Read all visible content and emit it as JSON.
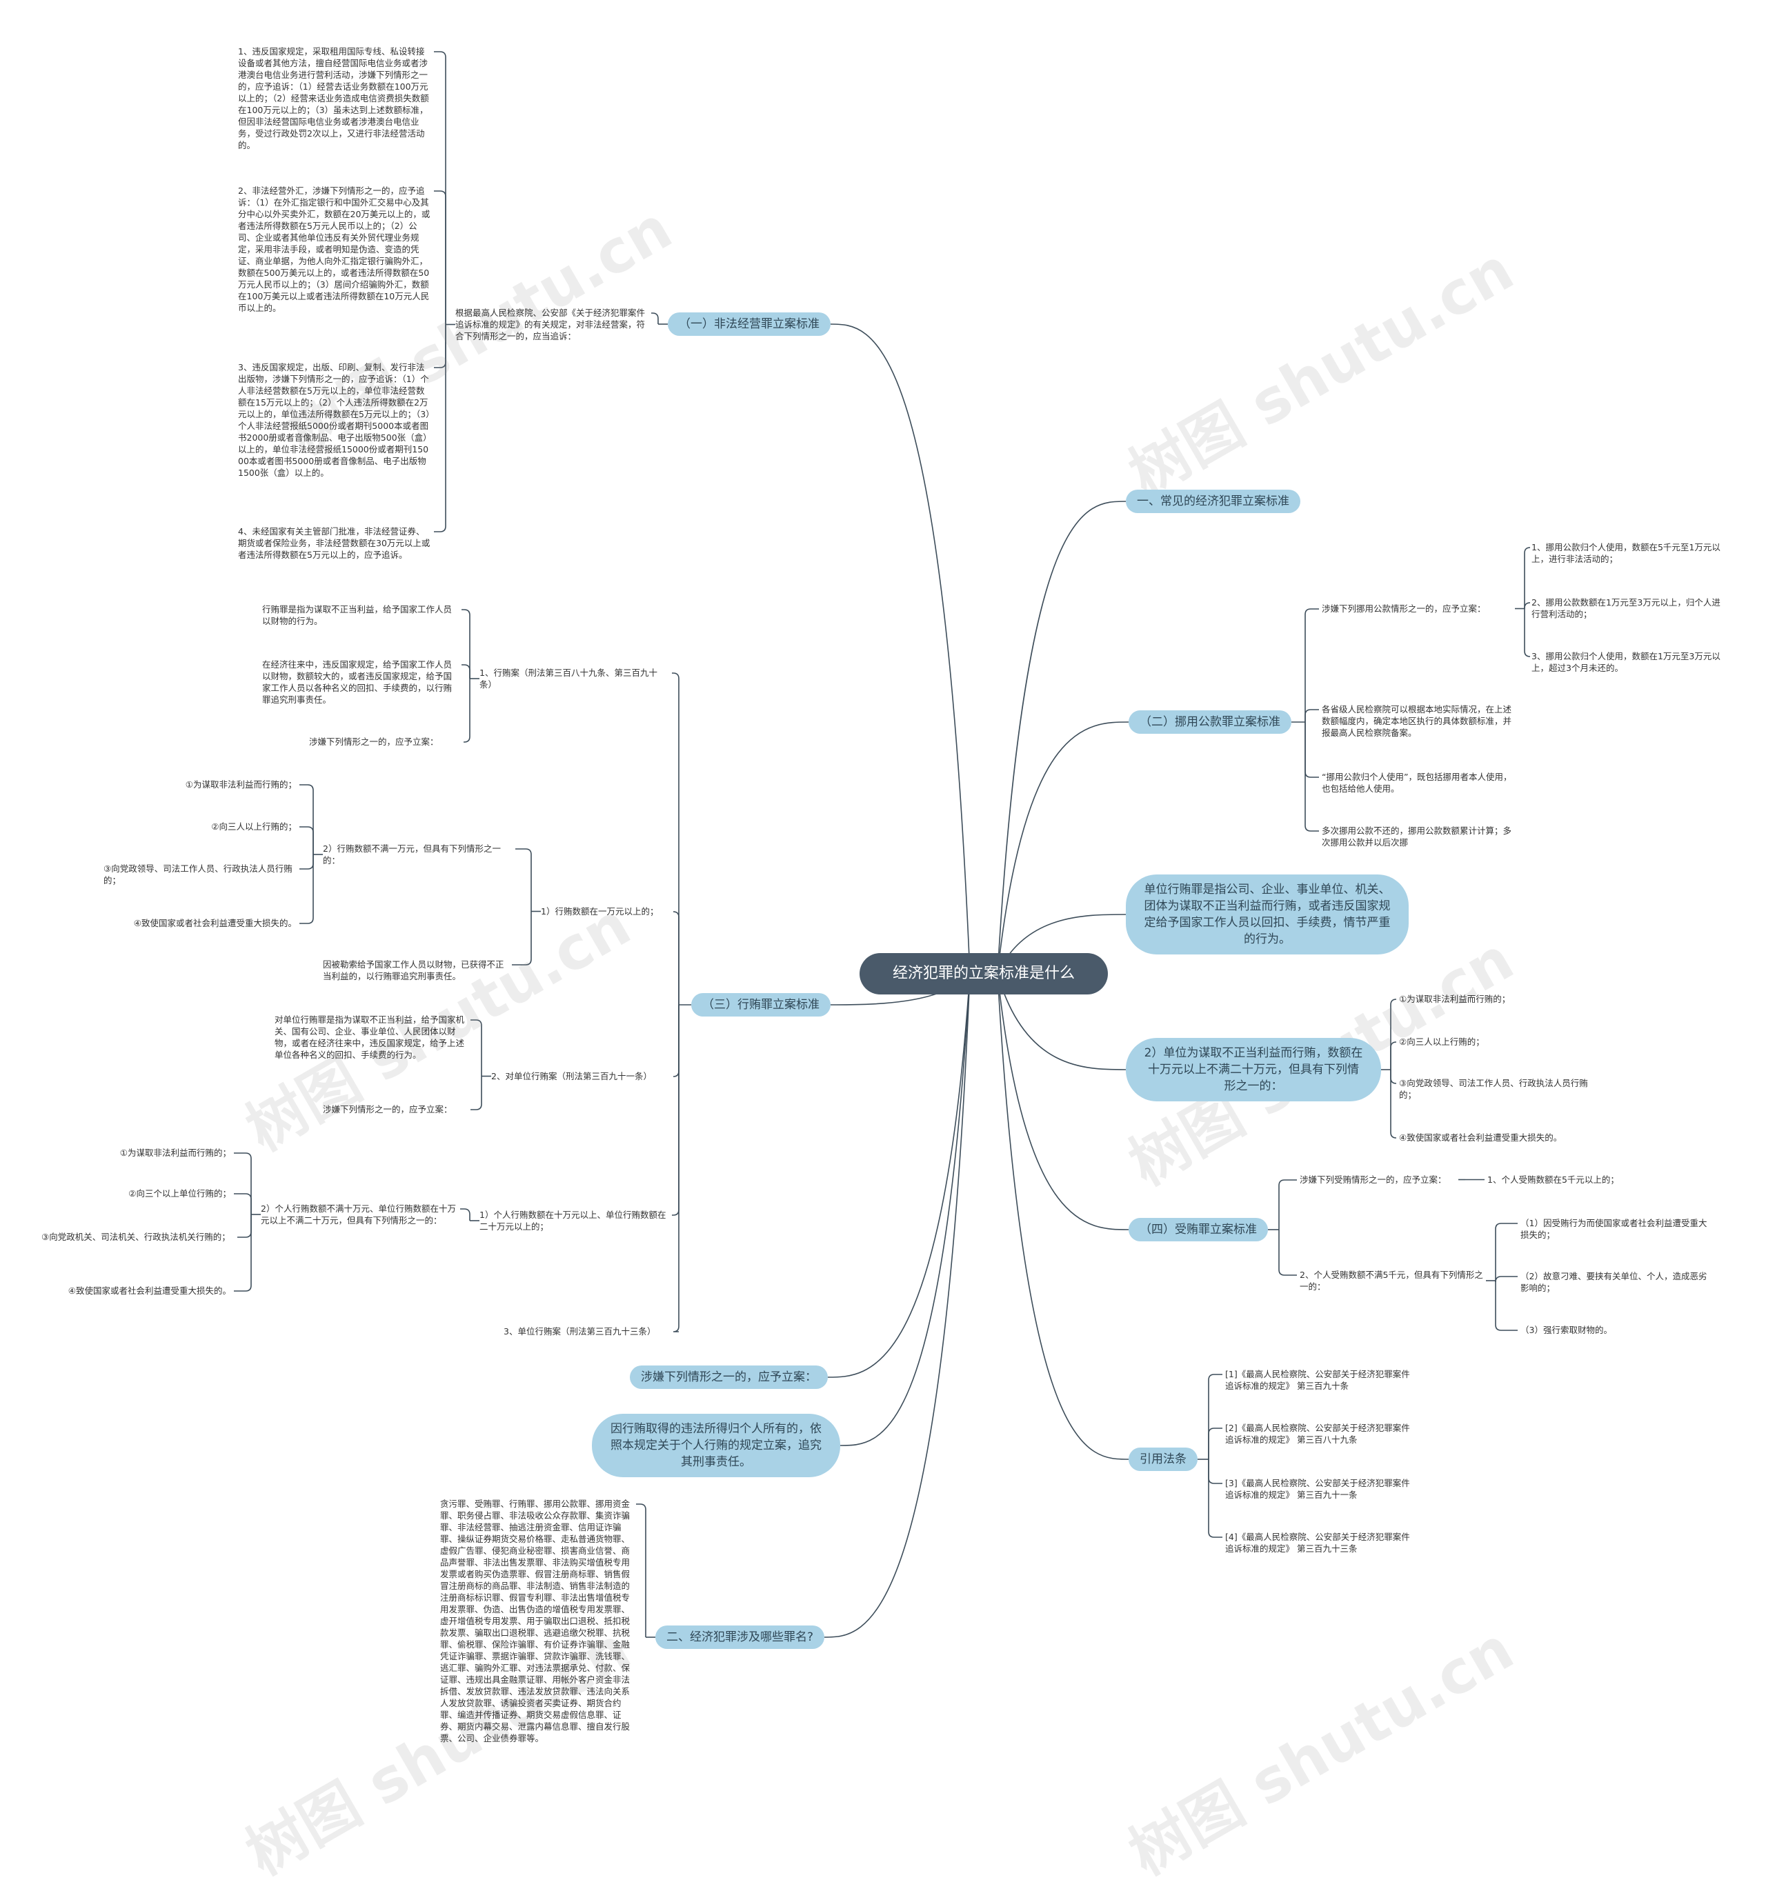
{
  "watermark": "树图 shutu.cn",
  "root": {
    "label": "经济犯罪的立案标准是什么"
  },
  "right": {
    "s1": {
      "label": "一、常见的经济犯罪立案标准"
    },
    "b2": {
      "label": "（二）挪用公款罪立案标准",
      "cond": "涉嫌下列挪用公款情形之一的，应予立案：",
      "items": [
        "1、挪用公款归个人使用，数额在5千元至1万元以上，进行非法活动的；",
        "2、挪用公款数额在1万元至3万元以上，归个人进行营利活动的；",
        "3、挪用公款归个人使用，数额在1万元至3万元以上，超过3个月未还的。"
      ],
      "notes": [
        "各省级人民检察院可以根据本地实际情况，在上述数额幅度内，确定本地区执行的具体数额标准，并报最高人民检察院备案。",
        "“挪用公款归个人使用”，既包括挪用者本人使用，也包括给他人使用。",
        "多次挪用公款不还的，挪用公款数额累计计算；多次挪用公款并以后次挪"
      ]
    },
    "unit_def": "单位行贿罪是指公司、企业、事业单位、机关、团体为谋取不正当利益而行贿，或者违反国家规定给予国家工作人员以回扣、手续费，情节严重的行为。",
    "unit2": {
      "label": "2）单位为谋取不正当利益而行贿，数额在十万元以上不满二十万元，但具有下列情形之一的：",
      "items": [
        "①为谋取非法利益而行贿的；",
        "②向三人以上行贿的；",
        "③向党政领导、司法工作人员、行政执法人员行贿的；",
        "④致使国家或者社会利益遭受重大损失的。"
      ]
    },
    "b4": {
      "label": "（四）受贿罪立案标准",
      "cond1": "涉嫌下列受贿情形之一的，应予立案：",
      "cond1_item": "1、个人受贿数额在5千元以上的；",
      "cond2": "2、个人受贿数额不满5千元，但具有下列情形之一的：",
      "items": [
        "（1）因受贿行为而使国家或者社会利益遭受重大损失的；",
        "（2）故意刁难、要挟有关单位、个人，造成恶劣影响的；",
        "（3）强行索取财物的。"
      ]
    },
    "refs": {
      "label": "引用法条",
      "items": [
        "[1]《最高人民检察院、公安部关于经济犯罪案件追诉标准的规定》 第三百九十条",
        "[2]《最高人民检察院、公安部关于经济犯罪案件追诉标准的规定》 第三百八十九条",
        "[3]《最高人民检察院、公安部关于经济犯罪案件追诉标准的规定》 第三百九十一条",
        "[4]《最高人民检察院、公安部关于经济犯罪案件追诉标准的规定》 第三百九十三条"
      ]
    }
  },
  "left": {
    "b1": {
      "label": "（一）非法经营罪立案标准",
      "intro": "根据最高人民检察院、公安部《关于经济犯罪案件追诉标准的规定》的有关规定，对非法经营案，符合下列情形之一的，应当追诉：",
      "items": [
        "1、违反国家规定，采取租用国际专线、私设转接设备或者其他方法，擅自经营国际电信业务或者涉港澳台电信业务进行营利活动，涉嫌下列情形之一的，应予追诉：（1）经营去话业务数额在100万元以上的；（2）经营来话业务造成电信资费损失数额在100万元以上的；（3）虽未达到上述数额标准，但因非法经营国际电信业务或者涉港澳台电信业务，受过行政处罚2次以上，又进行非法经营活动的。",
        "2、非法经营外汇，涉嫌下列情形之一的，应予追诉：（1）在外汇指定银行和中国外汇交易中心及其分中心以外买卖外汇，数额在20万美元以上的，或者违法所得数额在5万元人民币以上的；（2）公司、企业或者其他单位违反有关外贸代理业务规定，采用非法手段，或者明知是伪造、变造的凭证、商业单据，为他人向外汇指定银行骗购外汇，数额在500万美元以上的，或者违法所得数额在50万元人民币以上的；（3）居间介绍骗购外汇，数额在100万美元以上或者违法所得数额在10万元人民币以上的。",
        "3、违反国家规定，出版、印刷、复制、发行非法出版物，涉嫌下列情形之一的，应予追诉：（1）个人非法经营数额在5万元以上的，单位非法经营数额在15万元以上的；（2）个人违法所得数额在2万元以上的，单位违法所得数额在5万元以上的；（3）个人非法经营报纸5000份或者期刊5000本或者图书2000册或者音像制品、电子出版物500张（盒）以上的，单位非法经营报纸15000份或者期刊15000本或者图书5000册或者音像制品、电子出版物1500张（盒）以上的。",
        "4、未经国家有关主管部门批准，非法经营证券、期货或者保险业务，非法经营数额在30万元以上或者违法所得数额在5万元以上的，应予追诉。"
      ]
    },
    "b3": {
      "label": "（三）行贿罪立案标准",
      "c1": {
        "label": "1、行贿案（刑法第三百八十九条、第三百九十条）",
        "def": "行贿罪是指为谋取不正当利益，给予国家工作人员以财物的行为。",
        "def2": "在经济往来中，违反国家规定，给予国家工作人员以财物，数额较大的，或者违反国家规定，给予国家工作人员以各种名义的回扣、手续费的，以行贿罪追究刑事责任。",
        "cond": "涉嫌下列情形之一的，应予立案："
      },
      "c1a": {
        "label": "1）行贿数额在一万元以上的；",
        "sub_label": "2）行贿数额不满一万元，但具有下列情形之一的：",
        "sub_items": [
          "①为谋取非法利益而行贿的；",
          "②向三人以上行贿的；",
          "③向党政领导、司法工作人员、行政执法人员行贿的；",
          "④致使国家或者社会利益遭受重大损失的。"
        ],
        "note": "因被勒索给予国家工作人员以财物，已获得不正当利益的，以行贿罪追究刑事责任。"
      },
      "c2": {
        "label": "2、对单位行贿案（刑法第三百九十一条）",
        "def": "对单位行贿罪是指为谋取不正当利益，给予国家机关、国有公司、企业、事业单位、人民团体以财物，或者在经济往来中，违反国家规定，给予上述单位各种名义的回扣、手续费的行为。",
        "cond": "涉嫌下列情形之一的，应予立案："
      },
      "c2a": {
        "label": "1）个人行贿数额在十万元以上、单位行贿数额在二十万元以上的；",
        "sub_label": "2）个人行贿数额不满十万元、单位行贿数额在十万元以上不满二十万元，但具有下列情形之一的：",
        "sub_items": [
          "①为谋取非法利益而行贿的；",
          "②向三个以上单位行贿的；",
          "③向党政机关、司法机关、行政执法机关行贿的；",
          "④致使国家或者社会利益遭受重大损失的。"
        ]
      },
      "c3": {
        "label": "3、单位行贿案（刑法第三百九十三条）"
      }
    },
    "cond_pill": "涉嫌下列情形之一的，应予立案：",
    "illegal": "因行贿取得的违法所得归个人所有的，依照本规定关于个人行贿的规定立案，追究其刑事责任。",
    "s2": {
      "label": "二、经济犯罪涉及哪些罪名?",
      "text": "贪污罪、受贿罪、行贿罪、挪用公款罪、挪用资金罪、职务侵占罪、非法吸收公众存款罪、集资诈骗罪、非法经营罪、抽逃注册资金罪、信用证诈骗罪、操纵证券期货交易价格罪、走私普通货物罪、虚假广告罪、侵犯商业秘密罪、损害商业信誉、商品声誉罪、非法出售发票罪、非法购买增值税专用发票或者购买伪造票罪、假冒注册商标罪、销售假冒注册商标的商品罪、非法制造、销售非法制造的注册商标标识罪、假冒专利罪、非法出售增值税专用发票罪、伪造、出售伪造的增值税专用发票罪、虚开增值税专用发票、用于骗取出口退税、抵扣税款发票、骗取出口退税罪、逃避追缴欠税罪、抗税罪、偷税罪、保险诈骗罪、有价证券诈骗罪、金融凭证诈骗罪、票据诈骗罪、贷款诈骗罪、洗钱罪、逃汇罪、骗购外汇罪、对违法票据承兑、付款、保证罪、违规出具金融票证罪、用帐外客户资金非法拆借、发放贷款罪、违法发放贷款罪、违法向关系人发放贷款罪、诱骗投资者买卖证券、期货合约罪、编造并传播证券、期货交易虚假信息罪、证券、期货内幕交易、泄露内幕信息罪、擅自发行股票、公司、企业债券罪等。"
    }
  }
}
